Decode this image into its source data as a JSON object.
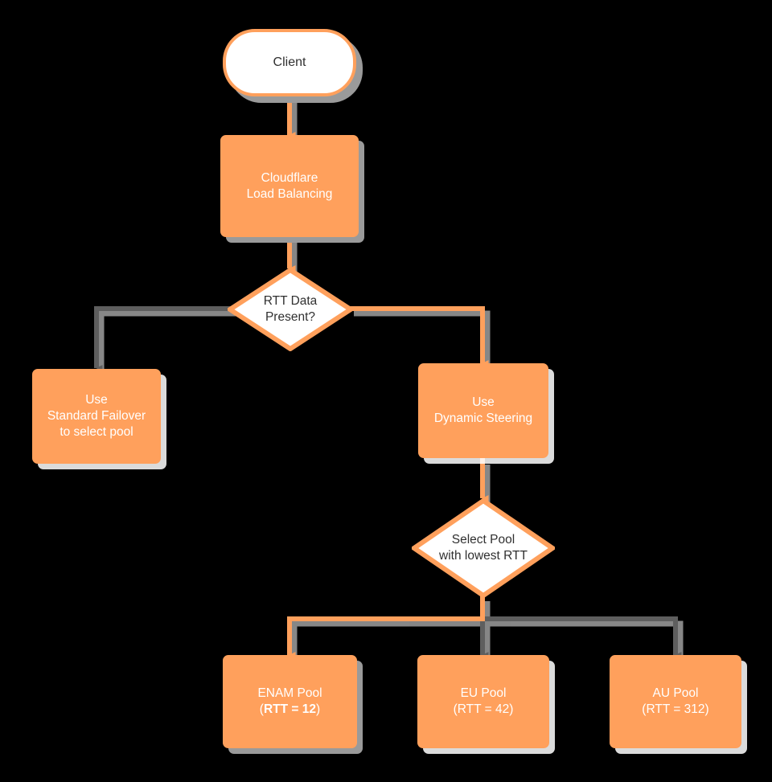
{
  "diagram": {
    "title": "Cloudflare Load Balancing RTT steering decision flow",
    "background_color": "#000000",
    "accent_color": "#FFA05C",
    "inactive_color": "#5E5E5E",
    "node_text_color": "#FFFFFF",
    "decision_text_color": "#303030"
  },
  "nodes": {
    "client": {
      "text": "Client",
      "shape": "terminator"
    },
    "load_balancing": {
      "text": "Cloudflare\nLoad Balancing",
      "shape": "process"
    },
    "rtt_present": {
      "text": "RTT Data\nPresent?",
      "shape": "decision"
    },
    "standard_failover": {
      "text": "Use\nStandard Failover\nto select pool",
      "shape": "process"
    },
    "dynamic_steering": {
      "text": "Use\nDynamic Steering",
      "shape": "process"
    },
    "select_pool": {
      "text": "Select Pool\nwith lowest RTT",
      "shape": "decision"
    },
    "enam_pool": {
      "name": "ENAM Pool",
      "rtt_open": "(",
      "rtt_value": "RTT = 12",
      "rtt_close": ")",
      "shape": "process",
      "selected": true
    },
    "eu_pool": {
      "name": "EU Pool",
      "rtt_text": "(RTT = 42)",
      "shape": "process",
      "selected": false
    },
    "au_pool": {
      "name": "AU Pool",
      "rtt_text": "(RTT = 312)",
      "shape": "process",
      "selected": false
    }
  },
  "edges": [
    {
      "id": "client-to-lb",
      "from": "client",
      "to": "load_balancing",
      "state": "active"
    },
    {
      "id": "lb-to-rtt",
      "from": "load_balancing",
      "to": "rtt_present",
      "state": "active"
    },
    {
      "id": "rtt-to-failover",
      "from": "rtt_present",
      "to": "standard_failover",
      "state": "inactive"
    },
    {
      "id": "rtt-to-steering",
      "from": "rtt_present",
      "to": "dynamic_steering",
      "state": "active"
    },
    {
      "id": "steering-to-select",
      "from": "dynamic_steering",
      "to": "select_pool",
      "state": "active"
    },
    {
      "id": "select-to-enam",
      "from": "select_pool",
      "to": "enam_pool",
      "state": "active"
    },
    {
      "id": "select-to-eu",
      "from": "select_pool",
      "to": "eu_pool",
      "state": "inactive"
    },
    {
      "id": "select-to-au",
      "from": "select_pool",
      "to": "au_pool",
      "state": "inactive"
    }
  ]
}
